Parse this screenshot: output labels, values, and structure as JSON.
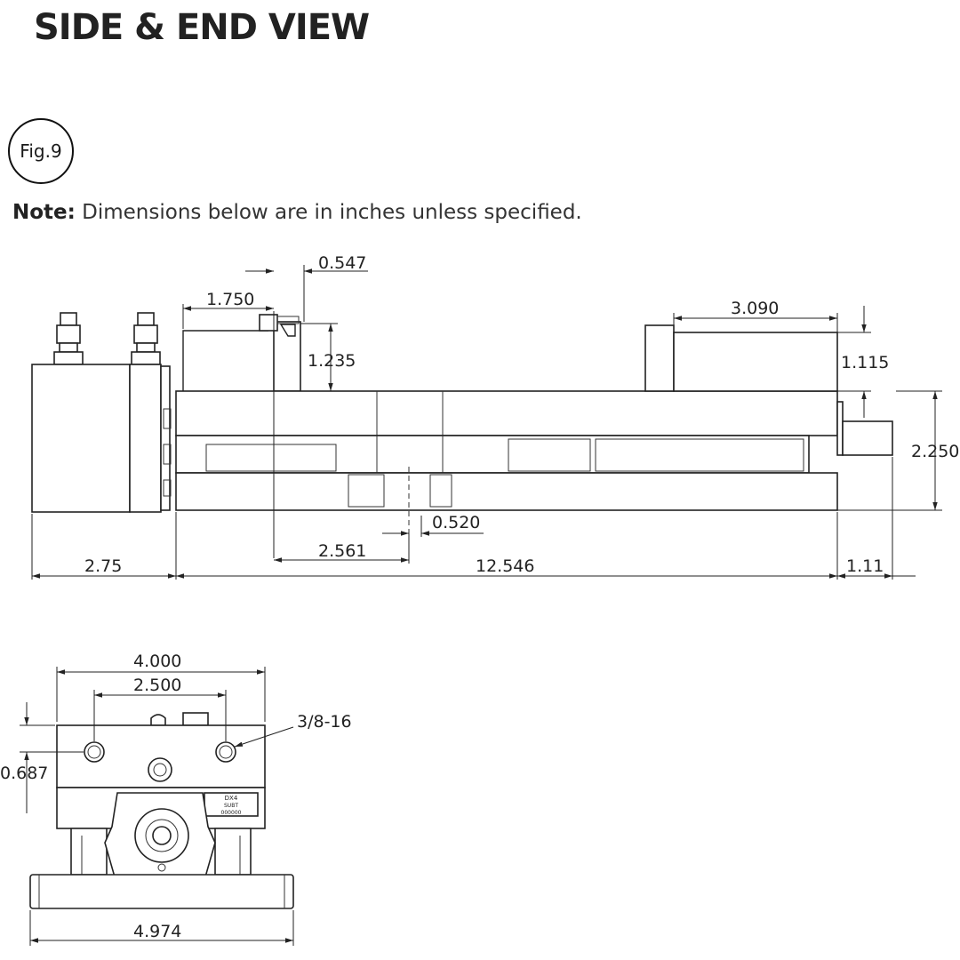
{
  "header": {
    "title": "SIDE & END VIEW"
  },
  "figure": {
    "label": "Fig.9"
  },
  "note": {
    "prefix": "Note:",
    "text": " Dimensions below are in inches unless specified."
  },
  "side_view": {
    "dims": {
      "d0547": "0.547",
      "d1750": "1.750",
      "d1235": "1.235",
      "d3090": "3.090",
      "d1115": "1.115",
      "d2250": "2.250",
      "d0520": "0.520",
      "d2561": "2.561",
      "d275": "2.75",
      "d12546": "12.546",
      "d111": "1.11"
    }
  },
  "end_view": {
    "dims": {
      "d4000": "4.000",
      "d2500": "2.500",
      "thread": "3/8-16",
      "d0687": "0.687",
      "d4974": "4.974"
    },
    "label_plate": {
      "line1": "DX4",
      "line2": "SUBT",
      "line3": "000000"
    }
  }
}
